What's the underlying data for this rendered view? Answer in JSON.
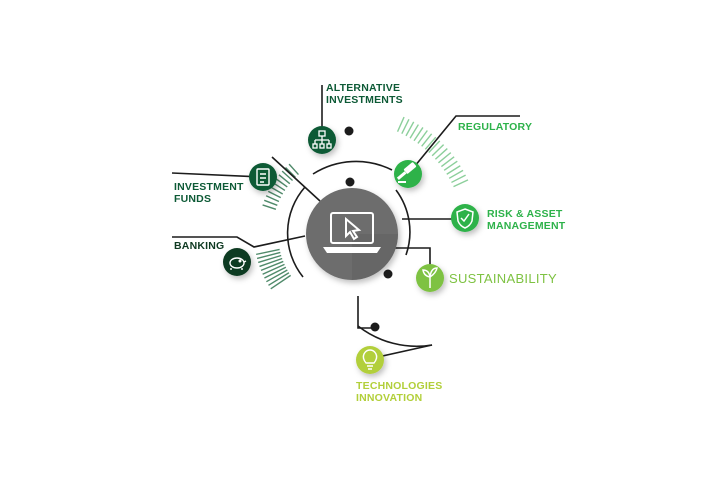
{
  "diagram": {
    "center": {
      "icon": "laptop-cursor-icon"
    },
    "nodes": [
      {
        "id": "alternative-investments",
        "label": "ALTERNATIVE\nINVESTMENTS",
        "icon": "org-chart-icon",
        "color": "#0d5a36"
      },
      {
        "id": "regulatory",
        "label": "REGULATORY",
        "icon": "gavel-icon",
        "color": "#2db24a"
      },
      {
        "id": "risk-asset-management",
        "label": "RISK & ASSET\nMANAGEMENT",
        "icon": "shield-icon",
        "color": "#2db24a"
      },
      {
        "id": "sustainability",
        "label": "SUSTAINABILITY",
        "icon": "sprout-icon",
        "color": "#7ec242"
      },
      {
        "id": "technologies-innovation",
        "label": "TECHNOLOGIES\nINNOVATION",
        "icon": "lightbulb-icon",
        "color": "#b2cf3a"
      },
      {
        "id": "banking",
        "label": "BANKING",
        "icon": "piggy-bank-icon",
        "color": "#0f3a22"
      },
      {
        "id": "investment-funds",
        "label": "INVESTMENT\nFUNDS",
        "icon": "document-icon",
        "color": "#0d5a36"
      }
    ]
  }
}
